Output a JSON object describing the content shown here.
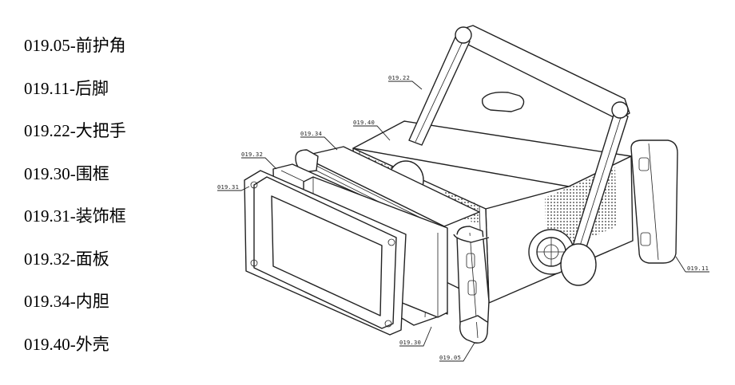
{
  "legend": [
    {
      "code": "019.05",
      "label": "019.05-前护角"
    },
    {
      "code": "019.11",
      "label": "019.11-后脚"
    },
    {
      "code": "019.22",
      "label": "019.22-大把手"
    },
    {
      "code": "019.30",
      "label": "019.30-围框"
    },
    {
      "code": "019.31",
      "label": "019.31-装饰框"
    },
    {
      "code": "019.32",
      "label": "019.32-面板"
    },
    {
      "code": "019.34",
      "label": "019.34-内胆"
    },
    {
      "code": "019.40",
      "label": "019.40-外壳"
    }
  ],
  "callouts": {
    "c22": "019.22",
    "c34": "019.34",
    "c40": "019.40",
    "c32": "019.32",
    "c31": "019.31",
    "c30": "019.30",
    "c05": "019.05",
    "c11": "019.11"
  }
}
